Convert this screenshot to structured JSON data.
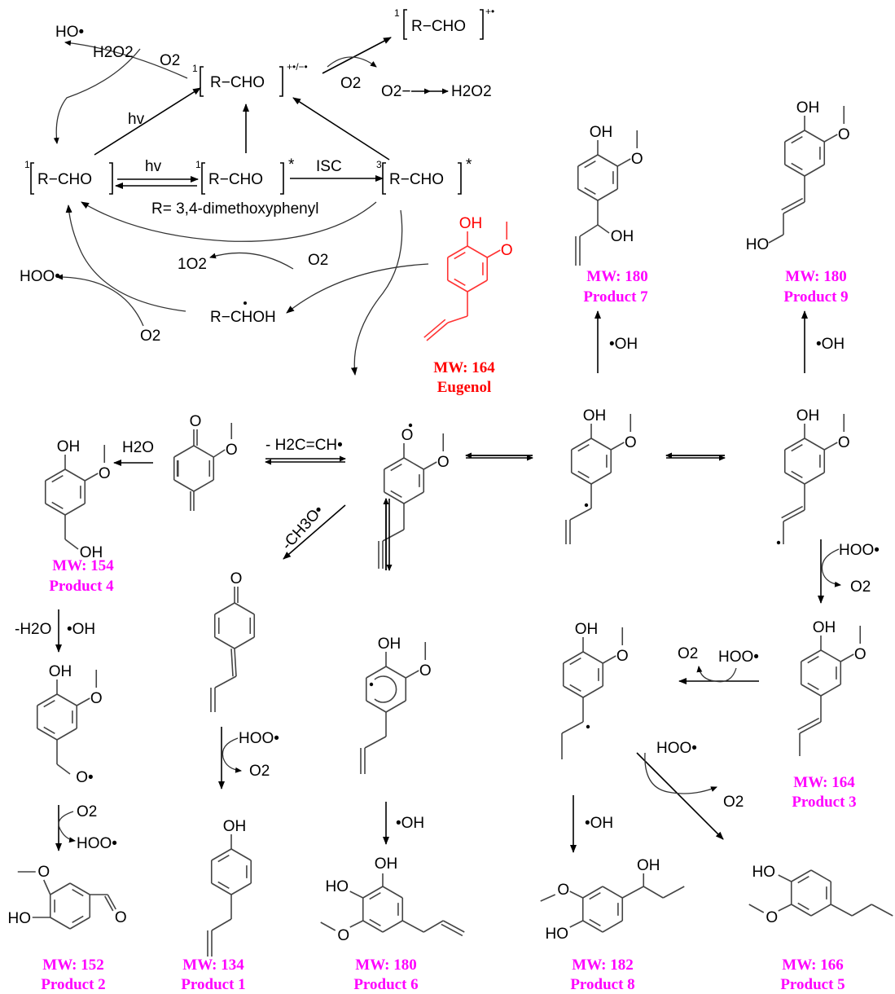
{
  "colors": {
    "product_label": "#ff00ff",
    "eugenol": "#ff0000",
    "ink": "#000000"
  },
  "cycle": {
    "rcho": "R−CHO",
    "ground_state_sup": "1",
    "singlet_sup": "1",
    "triplet_sup": "3",
    "excited_mark": "*",
    "radical_ion_charge": "+•/−•",
    "cation_charge": "+•",
    "hv_1": "hv",
    "hv_2": "hv",
    "isc": "ISC",
    "r_definition": "R= 3,4-dimethoxyphenyl",
    "ketyl": "R−CHOH",
    "ho_radical": "HO•",
    "h2o2_top": "H2O2",
    "o2_top": "O2",
    "o2_right": "O2",
    "superoxide": "O2−",
    "h2o2_right": "H2O2",
    "singlet_o2": "1O2",
    "o2_mid": "O2",
    "hoo_left": "HOO•",
    "o2_bottom_left": "O2"
  },
  "eugenol": {
    "mw": "MW: 164",
    "name": "Eugenol"
  },
  "reagents": {
    "oh_p7": "•OH",
    "oh_p9": "•OH",
    "minus_vinyl": "- H2C=CH•",
    "water": "H2O",
    "minus_methoxy": "-CH3O•",
    "minus_water": "-H2O",
    "oh_p2path": "•OH",
    "o2_p2": "O2",
    "hoo_p2": "HOO•",
    "hoo_p1": "HOO•",
    "o2_p1": "O2",
    "oh_p6": "•OH",
    "hoo_p3": "HOO•",
    "o2_p3": "O2",
    "o2_mid": "O2",
    "hoo_mid": "HOO•",
    "oh_p8": "•OH",
    "hoo_p5": "HOO•",
    "o2_p5": "O2"
  },
  "products": [
    {
      "id": "p7",
      "mw": "MW: 180",
      "name": "Product 7"
    },
    {
      "id": "p9",
      "mw": "MW: 180",
      "name": "Product 9"
    },
    {
      "id": "p4",
      "mw": "MW: 154",
      "name": "Product 4"
    },
    {
      "id": "p3",
      "mw": "MW: 164",
      "name": "Product 3"
    },
    {
      "id": "p2",
      "mw": "MW: 152",
      "name": "Product 2"
    },
    {
      "id": "p1",
      "mw": "MW: 134",
      "name": "Product 1"
    },
    {
      "id": "p6",
      "mw": "MW: 180",
      "name": "Product 6"
    },
    {
      "id": "p8",
      "mw": "MW: 182",
      "name": "Product 8"
    },
    {
      "id": "p5",
      "mw": "MW: 166",
      "name": "Product 5"
    }
  ],
  "atoms": {
    "oh": "OH",
    "ho": "HO",
    "o": "O",
    "o_radical": "O•"
  }
}
